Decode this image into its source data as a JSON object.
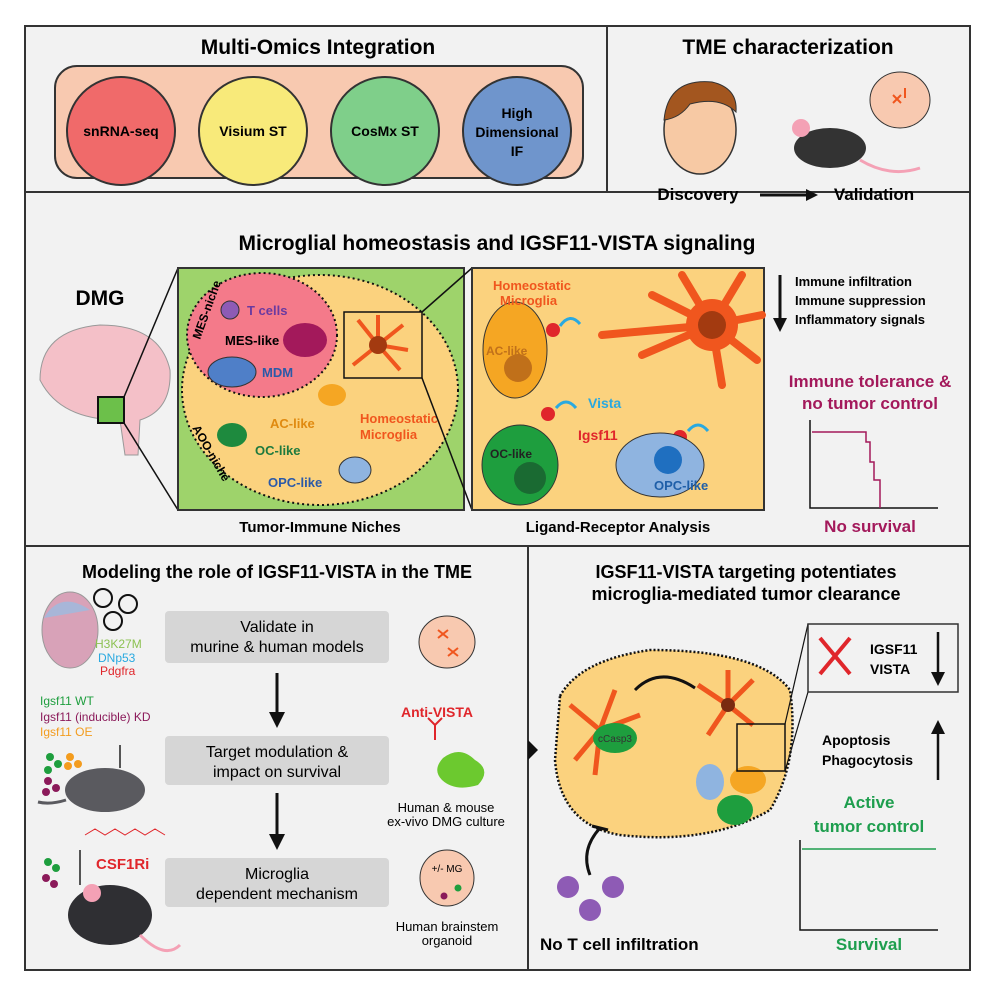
{
  "top_left": {
    "title": "Multi-Omics Integration",
    "circles": [
      {
        "label": "snRNA-seq",
        "color": "#f06a6a"
      },
      {
        "label": "Visium ST",
        "color": "#f8ea7a"
      },
      {
        "label": "CosMx ST",
        "color": "#7fcf8a"
      },
      {
        "label_lines": [
          "High",
          "Dimensional",
          "IF"
        ],
        "color": "#6f95cc"
      }
    ]
  },
  "top_right": {
    "title": "TME characterization",
    "discovery": "Discovery",
    "validation": "Validation"
  },
  "middle": {
    "title": "Microglial homeostasis and IGSF11-VISTA signaling",
    "dmg": "DMG",
    "niches": {
      "mes_niche": "MES-niche",
      "aoo_niche": "AOO-niche",
      "t_cells": "T cells",
      "mes_like": "MES-like",
      "mdm": "MDM",
      "ac_like": "AC-like",
      "homeostatic": [
        "Homeostatic",
        "Microglia"
      ],
      "oc_like": "OC-like",
      "opc_like": "OPC-like",
      "caption": "Tumor-Immune Niches"
    },
    "lr": {
      "homeostatic": [
        "Homeostatic",
        "Microglia"
      ],
      "ac_like": "AC-like",
      "vista": "Vista",
      "igsf11": "Igsf11",
      "oc_like": "OC-like",
      "opc_like": "OPC-like",
      "caption": "Ligand-Receptor Analysis"
    },
    "effects": [
      "Immune infiltration",
      "Immune suppression",
      "Inflammatory signals"
    ],
    "tolerance": [
      "Immune tolerance &",
      "no tumor control"
    ],
    "no_survival": "No survival"
  },
  "bottom_left": {
    "title": "Modeling the role of IGSF11-VISTA in the TME",
    "constructs": [
      {
        "label": "H3K27M",
        "color": "#8cc152"
      },
      {
        "label": "DNp53",
        "color": "#29a9e0"
      },
      {
        "label": "Pdgfra",
        "color": "#e0262b"
      }
    ],
    "genotypes": [
      {
        "label": "Igsf11 WT",
        "color": "#1e9e3e"
      },
      {
        "label": "Igsf11 (inducible) KD",
        "color": "#8b1a5a"
      },
      {
        "label": "Igsf11 OE",
        "color": "#f39c1e"
      }
    ],
    "csf1ri": "CSF1Ri",
    "steps": [
      [
        "Validate in",
        "murine & human models"
      ],
      [
        "Target modulation &",
        "impact on survival"
      ],
      [
        "Microglia",
        "dependent mechanism"
      ]
    ],
    "anti_vista": "Anti-VISTA",
    "culture": [
      "Human & mouse",
      "ex-vivo DMG culture"
    ],
    "mg": "+/- MG",
    "organoid": [
      "Human brainstem",
      "organoid"
    ]
  },
  "bottom_right": {
    "title": [
      "IGSF11-VISTA targeting potentiates",
      "microglia-mediated tumor clearance"
    ],
    "ccasp3": "cCasp3",
    "knockdown": [
      "IGSF11",
      "VISTA"
    ],
    "effects": [
      "Apoptosis",
      "Phagocytosis"
    ],
    "control": [
      "Active",
      "tumor control"
    ],
    "survival": "Survival",
    "no_tcell": "No T cell infiltration"
  },
  "colors": {
    "panel": "#f2f2f2",
    "tumor": "#fbd27e",
    "microglia": "#f0561e",
    "green_niche": "#9ed36b",
    "survival_green": "#1e9e4e",
    "magenta": "#a3195b",
    "red": "#e0262b"
  }
}
